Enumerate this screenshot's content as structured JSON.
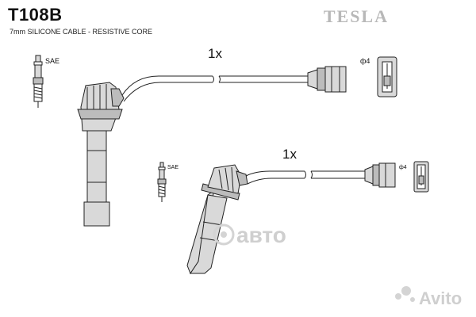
{
  "header": {
    "part_number": "T108B",
    "cable_spec": "7mm SILICONE CABLE - RESISTIVE CORE",
    "brand": "TESLA"
  },
  "lead_1": {
    "quantity": "1x",
    "plug_standard": "SAE",
    "terminal_size": "ф4"
  },
  "lead_2": {
    "quantity": "1x",
    "plug_standard": "SAE",
    "terminal_size": "ф4"
  },
  "watermarks": {
    "center": "авто",
    "corner": "Avito"
  },
  "colors": {
    "line": "#222222",
    "fill_light": "#d9d9d9",
    "fill_mid": "#bcbcbc",
    "brand": "#b8b8b8",
    "watermark": "#cfcfcf"
  }
}
